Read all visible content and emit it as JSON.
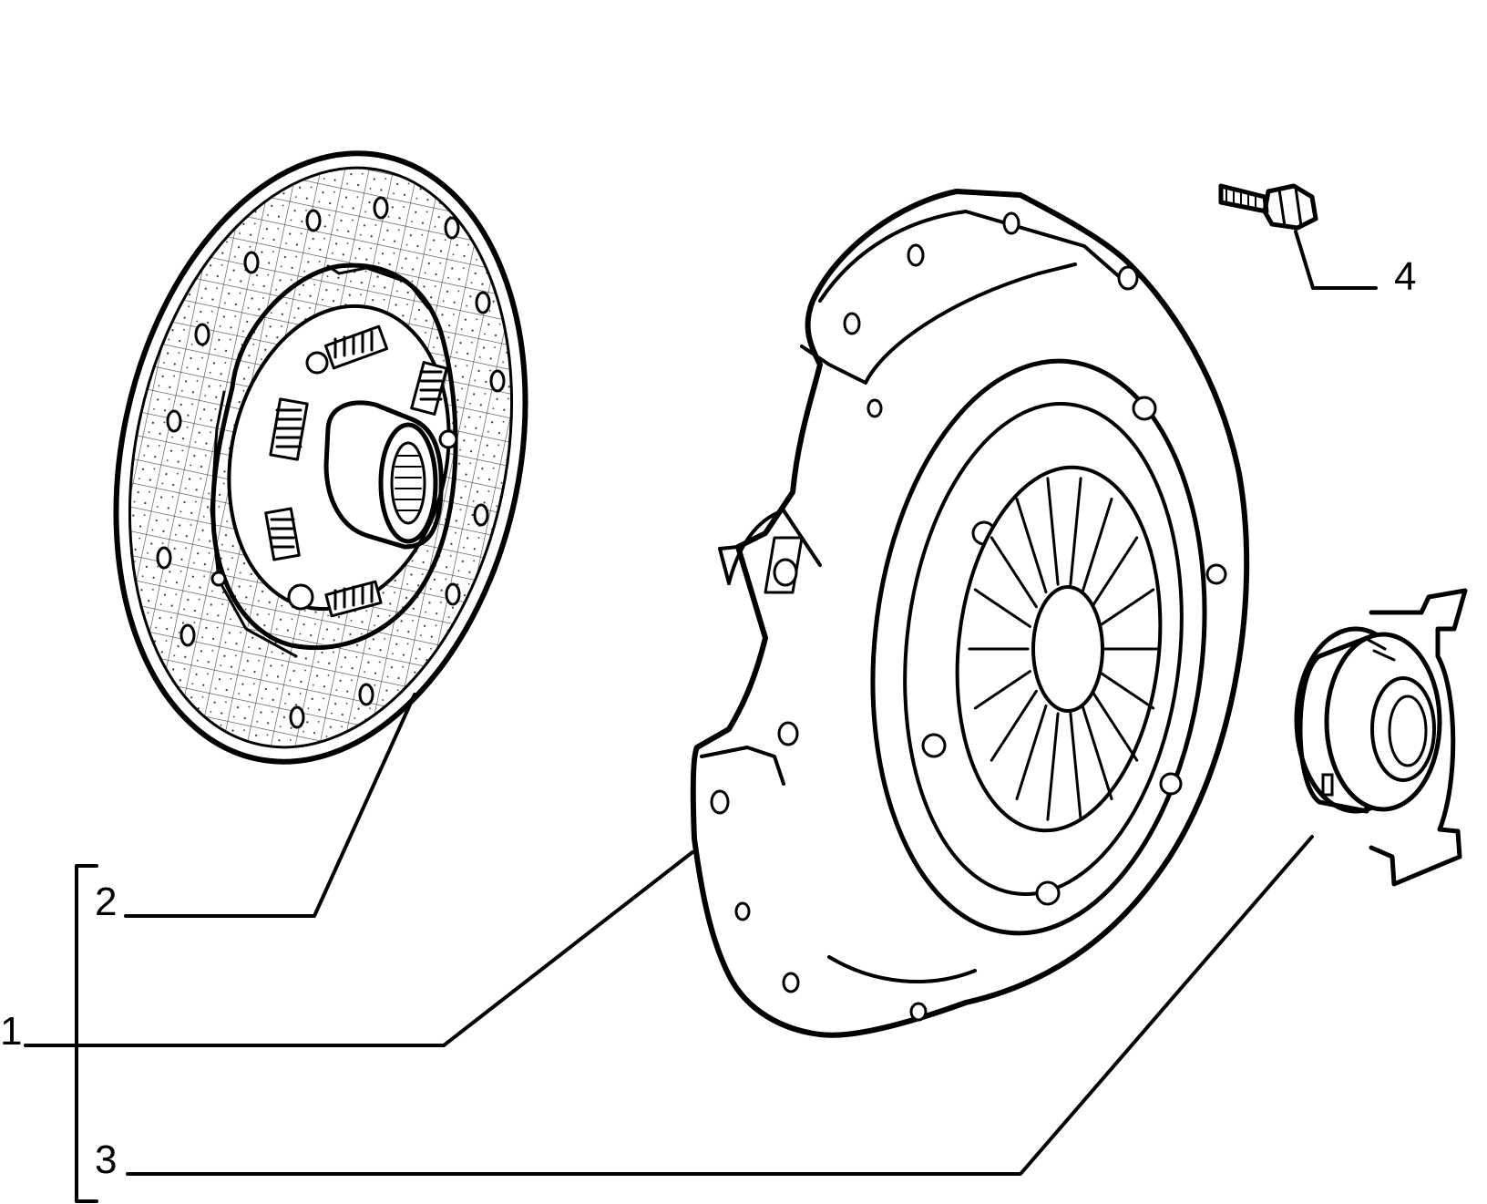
{
  "diagram": {
    "callouts": {
      "c1": "1",
      "c2": "2",
      "c3": "3",
      "c4": "4"
    }
  }
}
